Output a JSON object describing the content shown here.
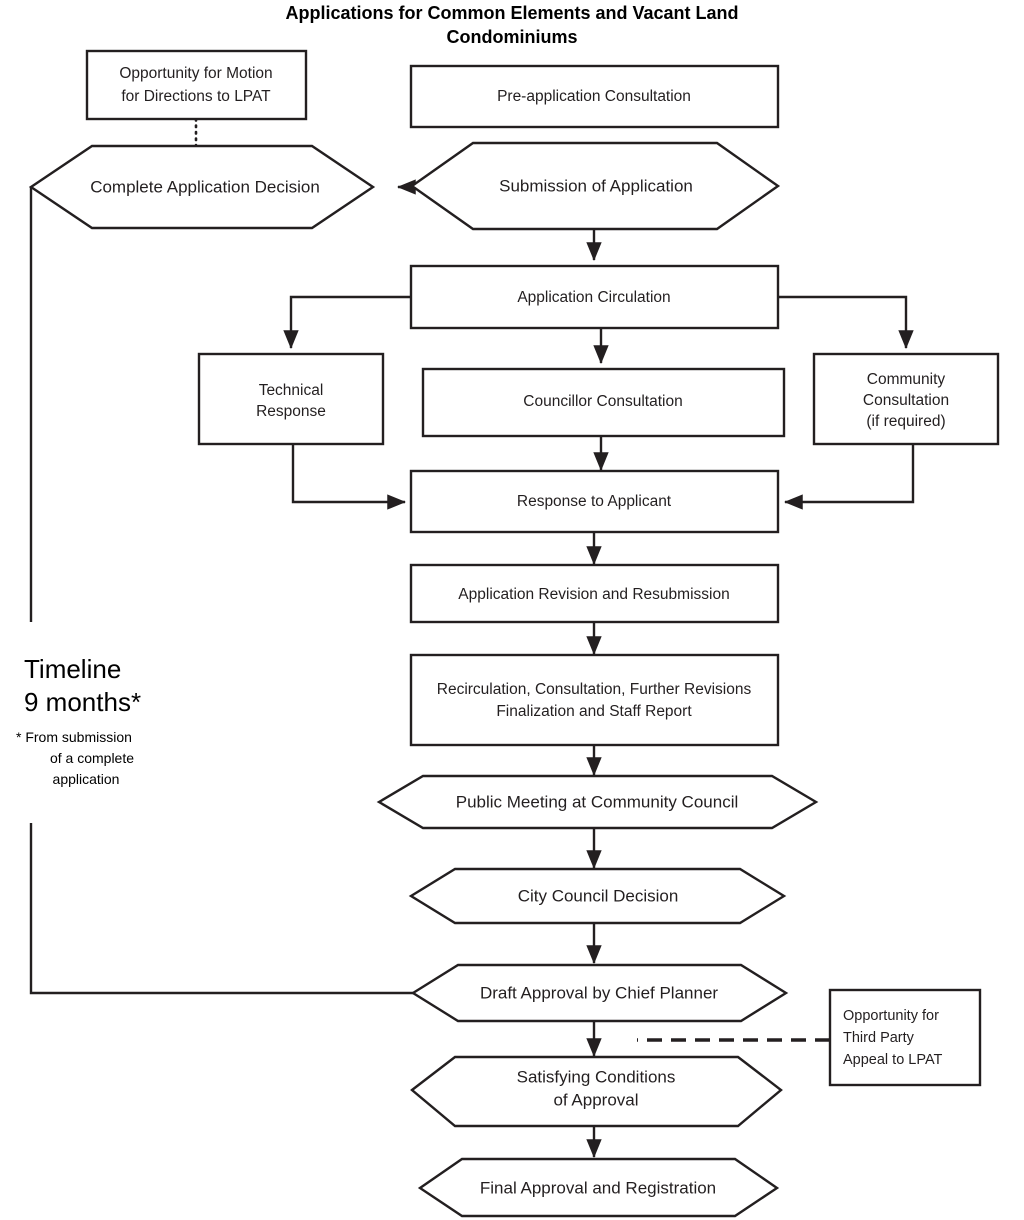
{
  "diagram": {
    "title_line1": "Applications for Common Elements and Vacant Land",
    "title_line2": "Condominiums",
    "colors": {
      "stroke": "#231f20",
      "text": "#231f20",
      "background": "#ffffff"
    }
  },
  "timeline": {
    "heading_line1": "Timeline",
    "heading_line2": "9 months*",
    "footnote_line1": "*  From submission",
    "footnote_line2": "of a complete",
    "footnote_line3": "application"
  },
  "nodes": {
    "motion_lpat": {
      "line1": "Opportunity for Motion",
      "line2": "for Directions to LPAT",
      "shape": "rectangle"
    },
    "pre_application": {
      "line1": "Pre-application  Consultation",
      "shape": "rectangle"
    },
    "complete_decision": {
      "line1": "Complete Application Decision",
      "shape": "hexagon"
    },
    "submission": {
      "line1": "Submission of Application",
      "shape": "hexagon"
    },
    "app_circulation": {
      "line1": "Application Circulation",
      "shape": "rectangle"
    },
    "technical_response": {
      "line1": "Technical",
      "line2": "Response",
      "shape": "rectangle"
    },
    "councillor_consultation": {
      "line1": "Councillor Consultation",
      "shape": "rectangle"
    },
    "community_consultation": {
      "line1": "Community",
      "line2": "Consultation",
      "line3": "(if required)",
      "shape": "rectangle"
    },
    "response_applicant": {
      "line1": "Response to Applicant",
      "shape": "rectangle"
    },
    "revision_resubmission": {
      "line1": "Application Revision and Resubmission",
      "shape": "rectangle"
    },
    "recirculation": {
      "line1": "Recirculation,  Consultation,  Further Revisions",
      "line2": "Finalization  and Staff Report",
      "shape": "rectangle"
    },
    "public_meeting": {
      "line1": "Public Meeting at Community Council",
      "shape": "hexagon"
    },
    "city_council": {
      "line1": "City Council Decision",
      "shape": "hexagon"
    },
    "draft_approval": {
      "line1": "Draft Approval by Chief Planner",
      "shape": "hexagon"
    },
    "third_party_appeal": {
      "line1": "Opportunity for",
      "line2": "Third Party",
      "line3": "Appeal to LPAT",
      "shape": "rectangle"
    },
    "satisfying_conditions": {
      "line1": "Satisfying Conditions",
      "line2": "of Approval",
      "shape": "hexagon"
    },
    "final_approval": {
      "line1": "Final Approval and Registration",
      "shape": "hexagon"
    }
  }
}
